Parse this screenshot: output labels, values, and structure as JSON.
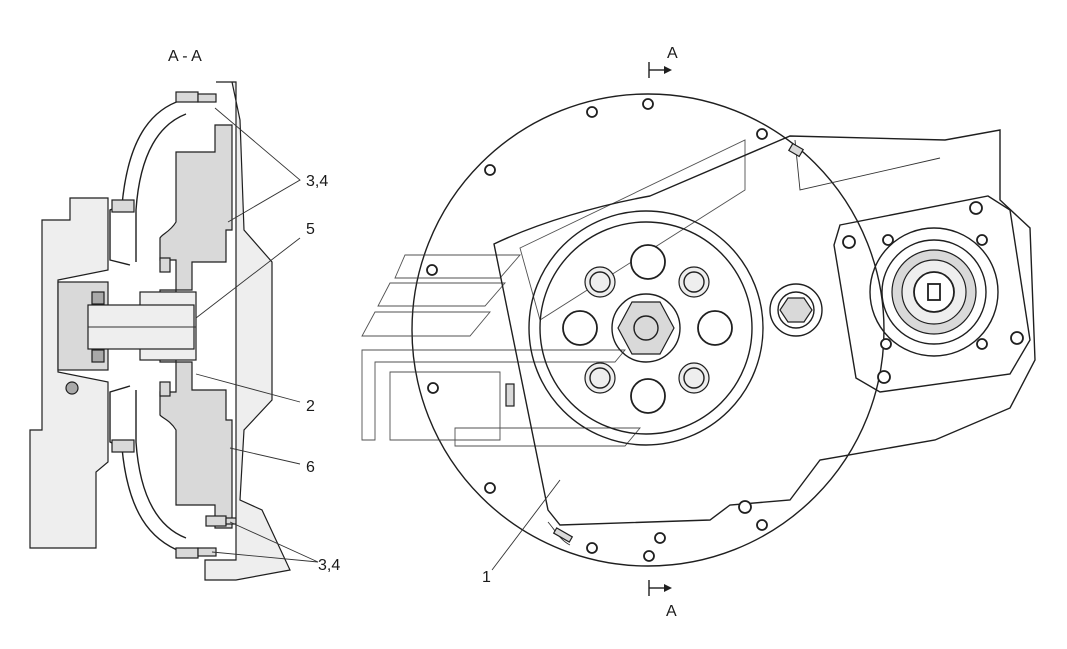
{
  "section_title": "A - A",
  "section_marker_top": "A",
  "section_marker_bottom": "A",
  "callouts": {
    "c34_top": "3,4",
    "c5": "5",
    "c2": "2",
    "c6": "6",
    "c34_bottom": "3,4",
    "c1": "1"
  },
  "colors": {
    "line": "#1f1f1f",
    "section_fill": "#d9d9d9",
    "background": "#ffffff"
  }
}
